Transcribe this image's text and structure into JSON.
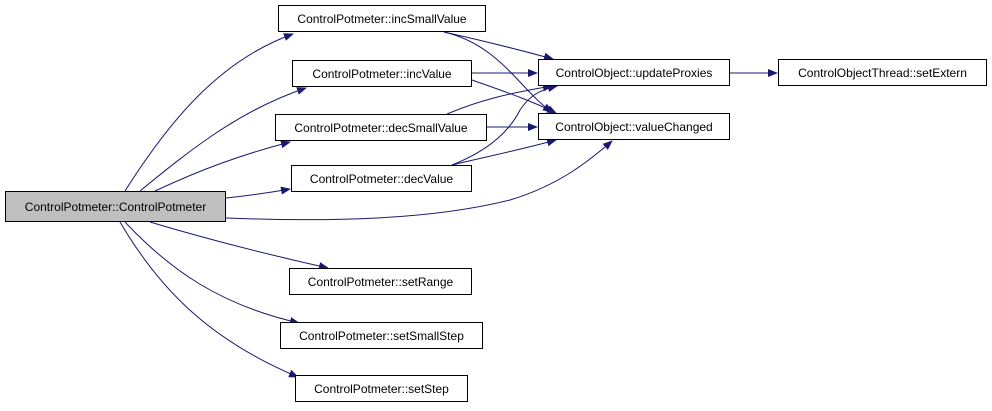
{
  "colors": {
    "edge": "#191970",
    "root_fill": "#bfbfbf",
    "node_border": "#000000"
  },
  "nodes": {
    "root": "ControlPotmeter::ControlPotmeter",
    "inc_small_value": "ControlPotmeter::incSmallValue",
    "inc_value": "ControlPotmeter::incValue",
    "dec_small_value": "ControlPotmeter::decSmallValue",
    "dec_value": "ControlPotmeter::decValue",
    "set_range": "ControlPotmeter::setRange",
    "set_small_step": "ControlPotmeter::setSmallStep",
    "set_step": "ControlPotmeter::setStep",
    "update_proxies": "ControlObject::updateProxies",
    "value_changed": "ControlObject::valueChanged",
    "set_extern": "ControlObjectThread::setExtern"
  },
  "edges": [
    [
      "root",
      "inc_small_value"
    ],
    [
      "root",
      "inc_value"
    ],
    [
      "root",
      "dec_small_value"
    ],
    [
      "root",
      "dec_value"
    ],
    [
      "root",
      "value_changed"
    ],
    [
      "root",
      "set_range"
    ],
    [
      "root",
      "set_small_step"
    ],
    [
      "root",
      "set_step"
    ],
    [
      "inc_small_value",
      "update_proxies"
    ],
    [
      "inc_small_value",
      "value_changed"
    ],
    [
      "inc_value",
      "update_proxies"
    ],
    [
      "inc_value",
      "value_changed"
    ],
    [
      "dec_small_value",
      "update_proxies"
    ],
    [
      "dec_small_value",
      "value_changed"
    ],
    [
      "dec_value",
      "update_proxies"
    ],
    [
      "dec_value",
      "value_changed"
    ],
    [
      "update_proxies",
      "set_extern"
    ]
  ]
}
